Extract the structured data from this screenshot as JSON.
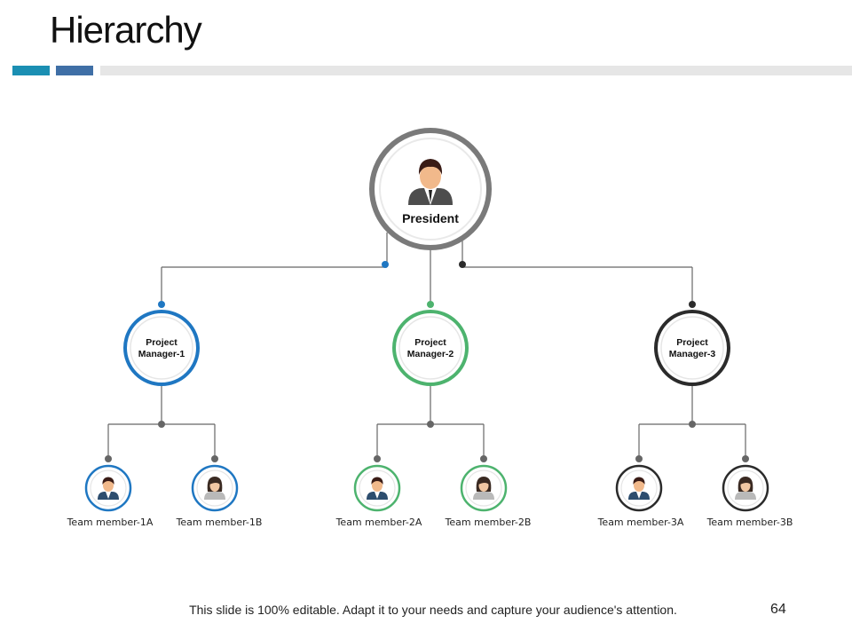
{
  "slide": {
    "title": "Hierarchy",
    "footer": "This slide is 100% editable. Adapt it to your needs and capture your audience's attention.",
    "page_number": "64"
  },
  "colors": {
    "teal": "#1b8fb3",
    "steel_blue": "#3f6fa6",
    "divider": "#e6e6e6",
    "president_ring": "#7a7a7a",
    "blue": "#1f77c2",
    "green": "#4db36e",
    "dark": "#2b2b2b",
    "connector": "#666666"
  },
  "org": {
    "president": {
      "label": "President",
      "icon": "businessman-icon"
    },
    "managers": [
      {
        "line1": "Project",
        "line2": "Manager-1",
        "color": "blue",
        "members": [
          {
            "label": "Team member-1A",
            "icon": "male-avatar-icon"
          },
          {
            "label": "Team member-1B",
            "icon": "female-avatar-icon"
          }
        ]
      },
      {
        "line1": "Project",
        "line2": "Manager-2",
        "color": "green",
        "members": [
          {
            "label": "Team member-2A",
            "icon": "male-avatar-icon"
          },
          {
            "label": "Team member-2B",
            "icon": "female-avatar-icon"
          }
        ]
      },
      {
        "line1": "Project",
        "line2": "Manager-3",
        "color": "dark",
        "members": [
          {
            "label": "Team member-3A",
            "icon": "male-avatar-icon"
          },
          {
            "label": "Team member-3B",
            "icon": "female-avatar-icon"
          }
        ]
      }
    ]
  }
}
